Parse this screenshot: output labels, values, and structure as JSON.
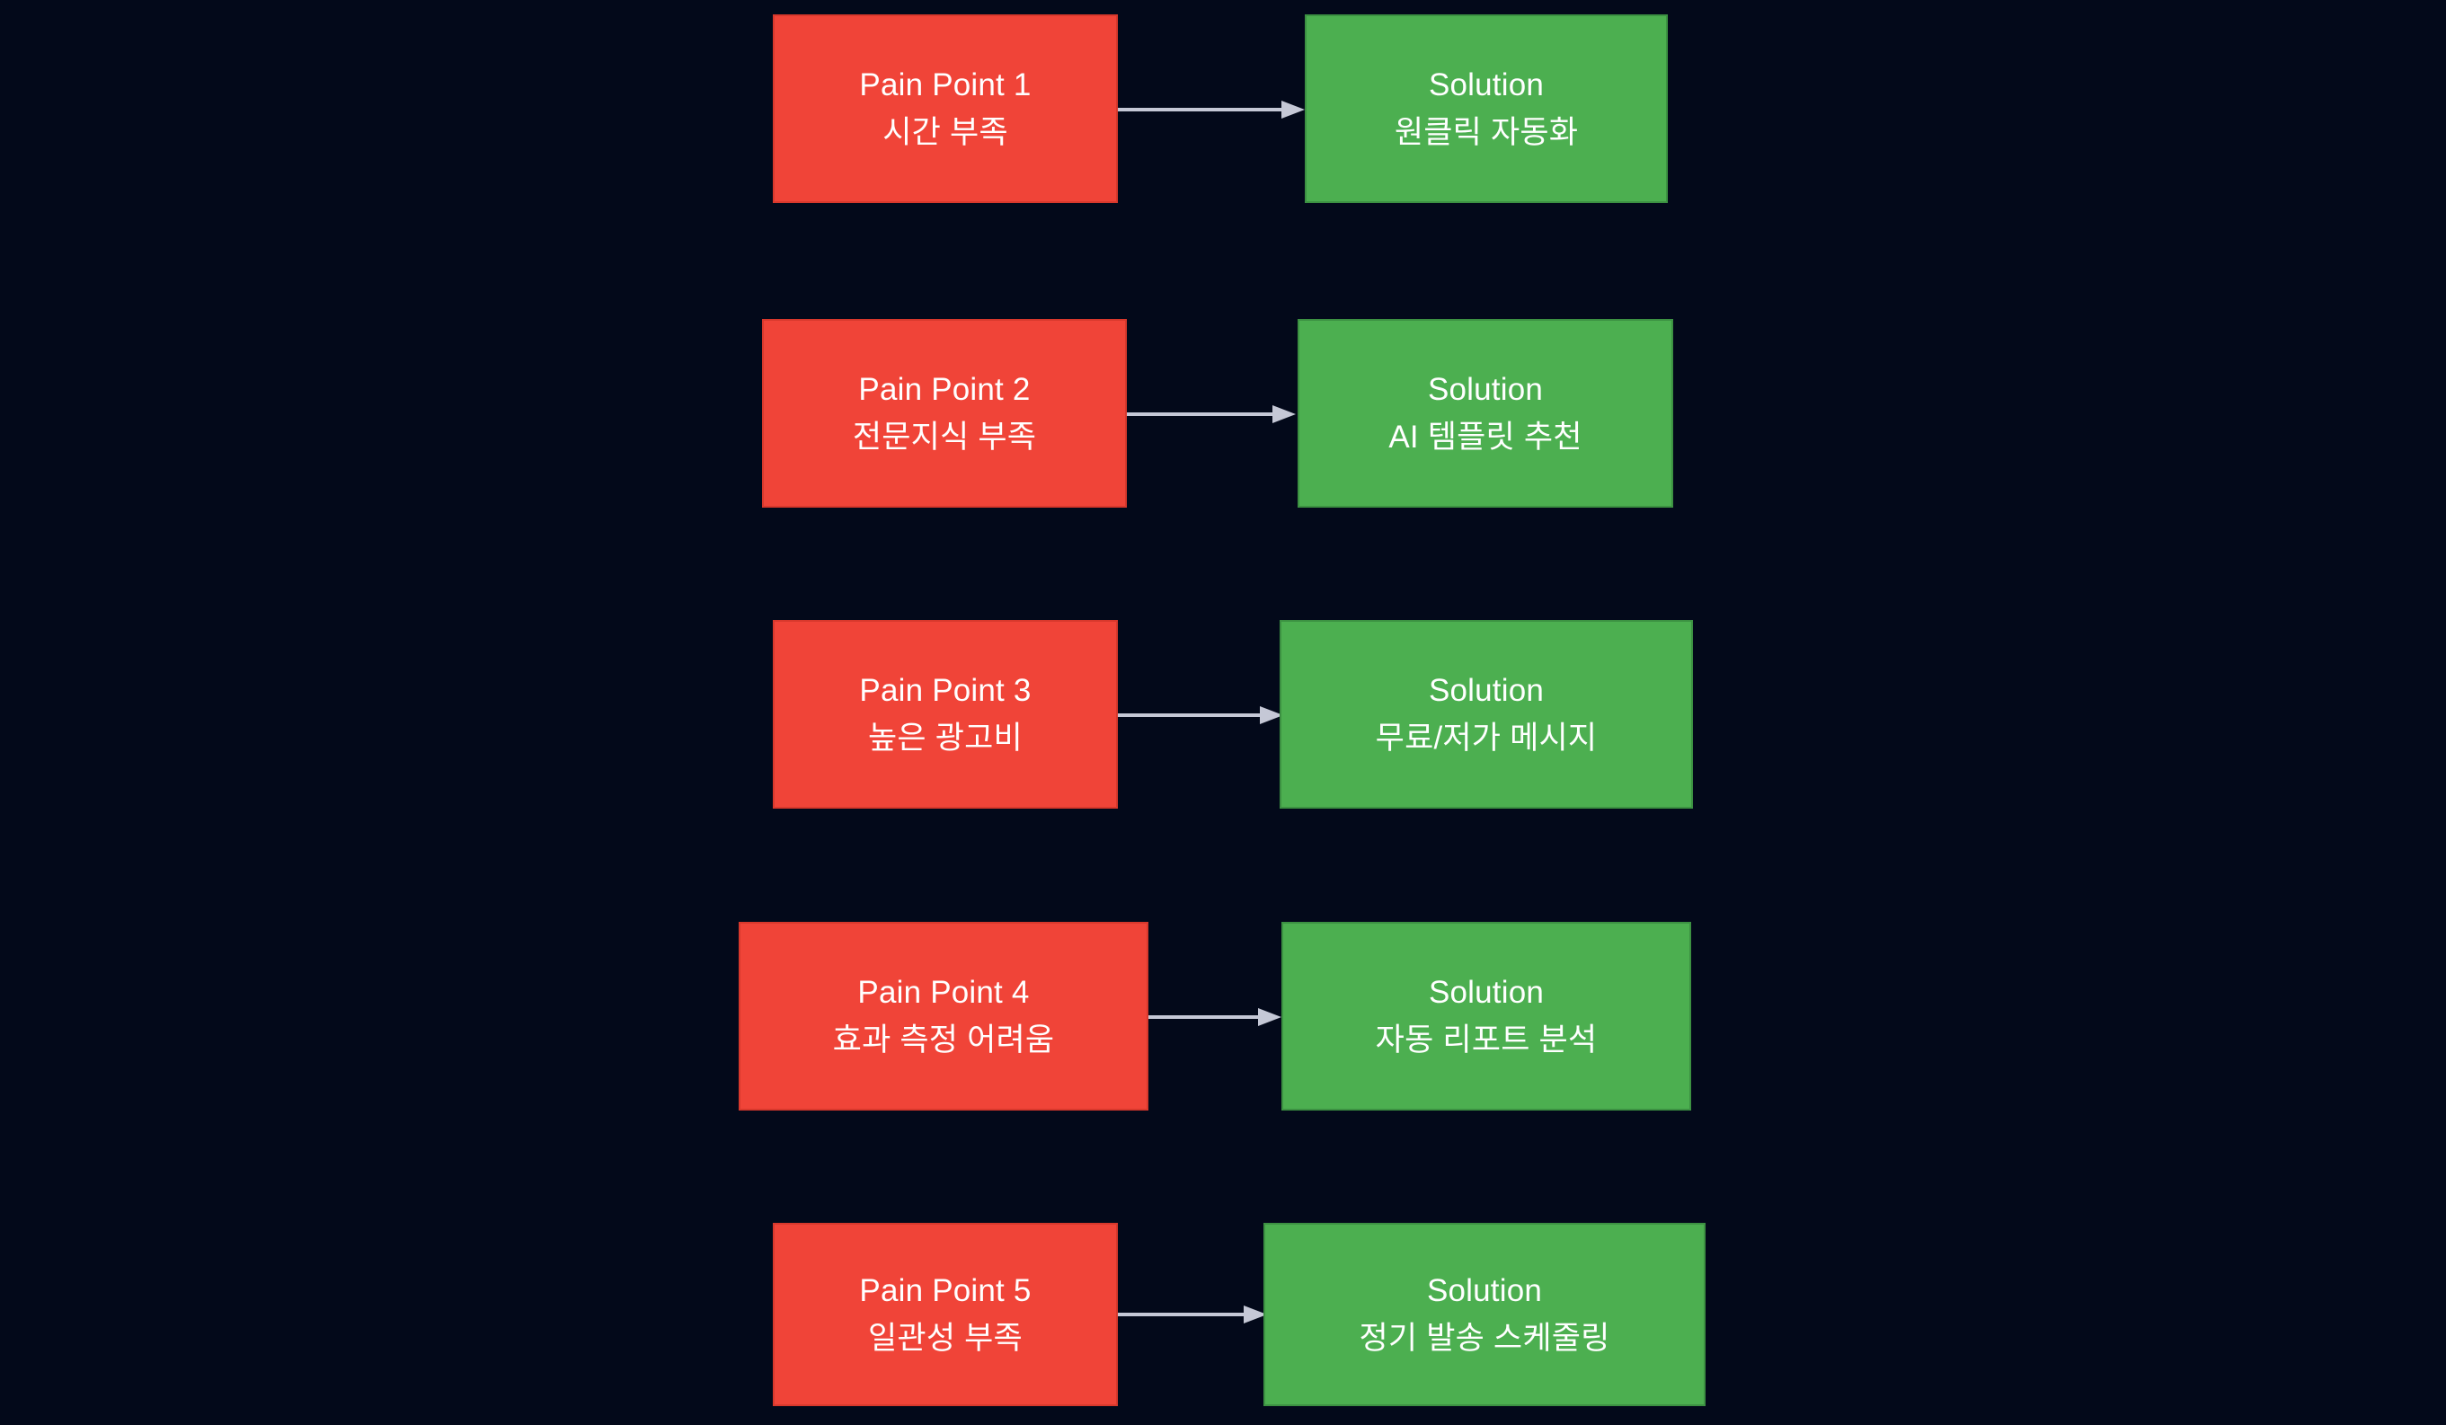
{
  "background_color": "#03091a",
  "palette": {
    "pain_fill": "#f04438",
    "pain_border": "#d8382c",
    "solution_fill": "#4caf50",
    "solution_border": "#3c9142",
    "arrow_color": "#c5c8d6",
    "text_color": "#ffffff"
  },
  "diagram": {
    "type": "flow",
    "title": "",
    "rows": [
      {
        "pain": {
          "title": "Pain Point 1",
          "detail": "시간 부족"
        },
        "solution": {
          "title": "Solution",
          "detail": "원클릭 자동화"
        },
        "connector": "arrow-right"
      },
      {
        "pain": {
          "title": "Pain Point 2",
          "detail": "전문지식 부족"
        },
        "solution": {
          "title": "Solution",
          "detail": "AI 템플릿 추천"
        },
        "connector": "arrow-right"
      },
      {
        "pain": {
          "title": "Pain Point 3",
          "detail": "높은 광고비"
        },
        "solution": {
          "title": "Solution",
          "detail": "무료/저가 메시지"
        },
        "connector": "arrow-right"
      },
      {
        "pain": {
          "title": "Pain Point 4",
          "detail": "효과 측정 어려움"
        },
        "solution": {
          "title": "Solution",
          "detail": "자동 리포트 분석"
        },
        "connector": "arrow-right"
      },
      {
        "pain": {
          "title": "Pain Point 5",
          "detail": "일관성 부족"
        },
        "solution": {
          "title": "Solution",
          "detail": "정기 발송 스케줄링"
        },
        "connector": "arrow-right"
      }
    ]
  }
}
